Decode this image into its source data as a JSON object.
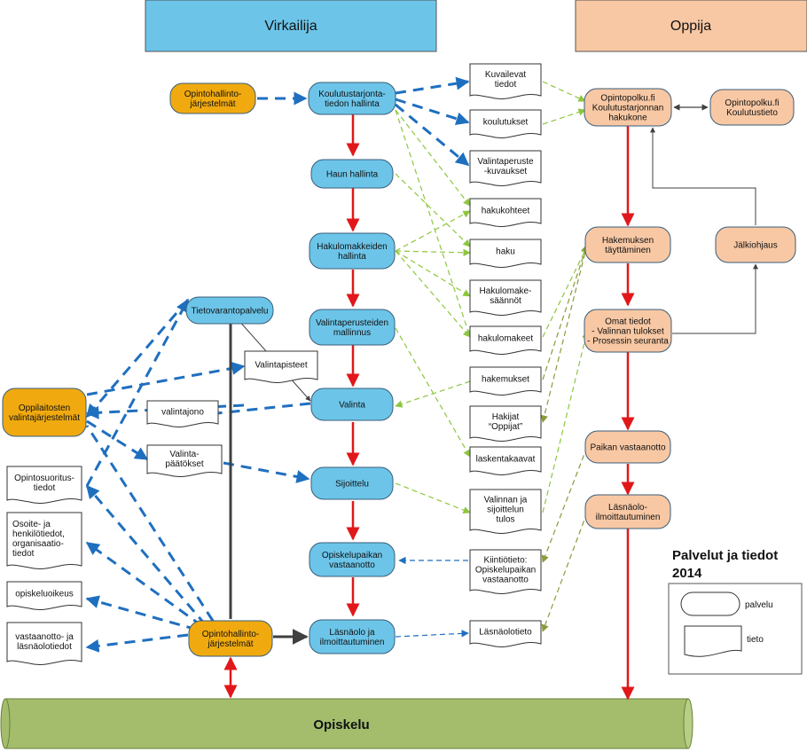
{
  "colors": {
    "service_blue": "#6cc5e9",
    "service_orange": "#f0aa10",
    "service_peach": "#f8c8a4",
    "header_blue": "#6cc5e9",
    "header_peach": "#f8c8a4",
    "study_green": "#a3bd6c",
    "flow_red": "#e1171a",
    "flow_blue": "#1f6fbf",
    "flow_green": "#8dc63f",
    "flow_olive": "#8a9a3c",
    "flow_dark": "#404040"
  },
  "headers": {
    "virkailija": "Virkailija",
    "oppija": "Oppija"
  },
  "opiskelu": "Opiskelu",
  "legend": {
    "title_line1": "Palvelut ja tiedot",
    "title_line2": "2014",
    "service_label": "palvelu",
    "data_label": "tieto"
  },
  "nodes": {
    "ohj_top": [
      "Opintohallinto-",
      "järjestelmät"
    ],
    "koulutustarjonta": [
      "Koulutustarjonta-",
      "tiedon hallinta"
    ],
    "haun_hallinta": [
      "Haun hallinta"
    ],
    "hakulomakkeiden": [
      "Hakulomakkeiden",
      "hallinta"
    ],
    "valintaperusteiden": [
      "Valintaperusteiden",
      "mallinnus"
    ],
    "valinta": [
      "Valinta"
    ],
    "sijoittelu": [
      "Sijoittelu"
    ],
    "opiskelupaikan": [
      "Opiskelupaikan",
      "vastaanotto"
    ],
    "lasnaolo": [
      "Läsnäolo ja",
      "ilmoittautuminen"
    ],
    "ohj_bottom": [
      "Opintohallinto-",
      "järjestelmät"
    ],
    "tietovaranto": [
      "Tietovarantopalvelu"
    ],
    "oppilaitosten": [
      "Oppilaitosten",
      "valintajärjestelmät"
    ],
    "opintopolku_hakukone": [
      "Opintopolku.fi",
      "Koulutustarjonnan",
      "hakukone"
    ],
    "opintopolku_koulutustieto": [
      "Opintopolku.fi",
      "Koulutustieto"
    ],
    "hakemuksen": [
      "Hakemuksen",
      "täyttäminen"
    ],
    "jalkiohjaus": [
      "Jälkiohjaus"
    ],
    "omat_tiedot": [
      "Omat tiedot",
      "- Valinnan tulokset",
      "- Prosessin seuranta"
    ],
    "paikan_vastaanotto": [
      "Paikan vastaanotto"
    ],
    "lasnaolo_ilm": [
      "Läsnäolo-",
      "ilmoittautuminen"
    ]
  },
  "docs": {
    "kuvailevat": [
      "Kuvailevat",
      "tiedot"
    ],
    "koulutukset": [
      "koulutukset"
    ],
    "valintaperustekuvaukset": [
      "Valintaperuste",
      "-kuvaukset"
    ],
    "hakukohteet": [
      "hakukohteet"
    ],
    "haku": [
      "haku"
    ],
    "hakulomakesaannot": [
      "Hakulomake-",
      "säännöt"
    ],
    "hakulomakkeet": [
      "hakulomakeet"
    ],
    "hakemukset": [
      "hakemukset"
    ],
    "hakijat": [
      "Hakijat",
      "“Oppijat”"
    ],
    "laskentakaavat": [
      "laskentakaavat"
    ],
    "valinnan_tulos": [
      "Valinnan ja",
      "sijoittelun",
      "tulos"
    ],
    "kiintiotieto": [
      "Kiintiötieto:",
      "Opiskelupaikan",
      "vastaanotto"
    ],
    "lasnaolotieto": [
      "Läsnäolotieto"
    ],
    "valintapisteet": [
      "Valintapisteet"
    ],
    "valintajono": [
      "valintajono"
    ],
    "valintapaatokset": [
      "Valinta-",
      "päätökset"
    ],
    "opintosuoritustiedot": [
      "Opintosuoritus-",
      "tiedot"
    ],
    "osoite": [
      "Osoite-  ja",
      "henkilötiedot,",
      "organisaatio-",
      "tiedot"
    ],
    "opiskeluoikeus": [
      "opiskeluoikeus"
    ],
    "vastaanotto_tiedot": [
      "vastaanotto- ja",
      "läsnäolotiedot"
    ]
  }
}
